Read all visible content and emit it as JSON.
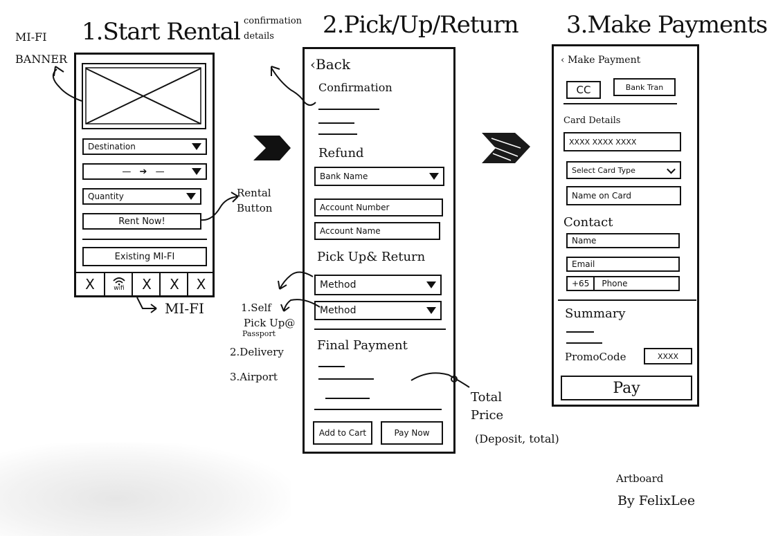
{
  "titles": {
    "step1": "1.Start Rental",
    "step2": "2.Pick/Up/Return",
    "step3": "3.Make Payments"
  },
  "annotations": {
    "mifi_banner": [
      "MI-FI",
      "BANNER"
    ],
    "confirmation_details": [
      "confirmation",
      "details"
    ],
    "rental_button": [
      "Rental",
      "Button"
    ],
    "mifi_tab": "MI-FI",
    "method_options": [
      "1.Self",
      "Pick Up@",
      "Passport",
      "2.Delivery",
      "3.Airport"
    ],
    "total_price": [
      "Total",
      "Price",
      "(Deposit, total)"
    ],
    "credit": [
      "Artboard",
      "By FelixLee"
    ]
  },
  "screen1": {
    "destination_select": "Destination",
    "date_range": "— ➔ —",
    "quantity_select": "Quantity",
    "rent_button": "Rent Now!",
    "existing_button": "Existing MI-FI",
    "nav_items": [
      "X",
      "wifi",
      "X",
      "X",
      "X"
    ]
  },
  "screen2": {
    "back_label": "Back",
    "confirmation_heading": "Confirmation",
    "refund_heading": "Refund",
    "bank_select": "Bank Name",
    "account_number_field": "Account Number",
    "account_name_field": "Account Name",
    "pickup_heading": "Pick Up& Return",
    "method_select_1": "Method",
    "method_select_2": "Method",
    "final_payment_heading": "Final Payment",
    "add_to_cart_button": "Add to Cart",
    "pay_now_button": "Pay Now"
  },
  "screen3": {
    "back_label": "Make Payment",
    "tab_cc": "CC",
    "tab_bank": "Bank Tran",
    "card_details_heading": "Card Details",
    "card_number_field": "XXXX XXXX XXXX",
    "card_type_select": "Select Card Type",
    "name_on_card_field": "Name on Card",
    "contact_heading": "Contact",
    "name_field": "Name",
    "email_field": "Email",
    "phone_prefix": "+65",
    "phone_field": "Phone",
    "summary_heading": "Summary",
    "promo_label": "PromoCode",
    "promo_value": "XXXX",
    "pay_button": "Pay"
  }
}
